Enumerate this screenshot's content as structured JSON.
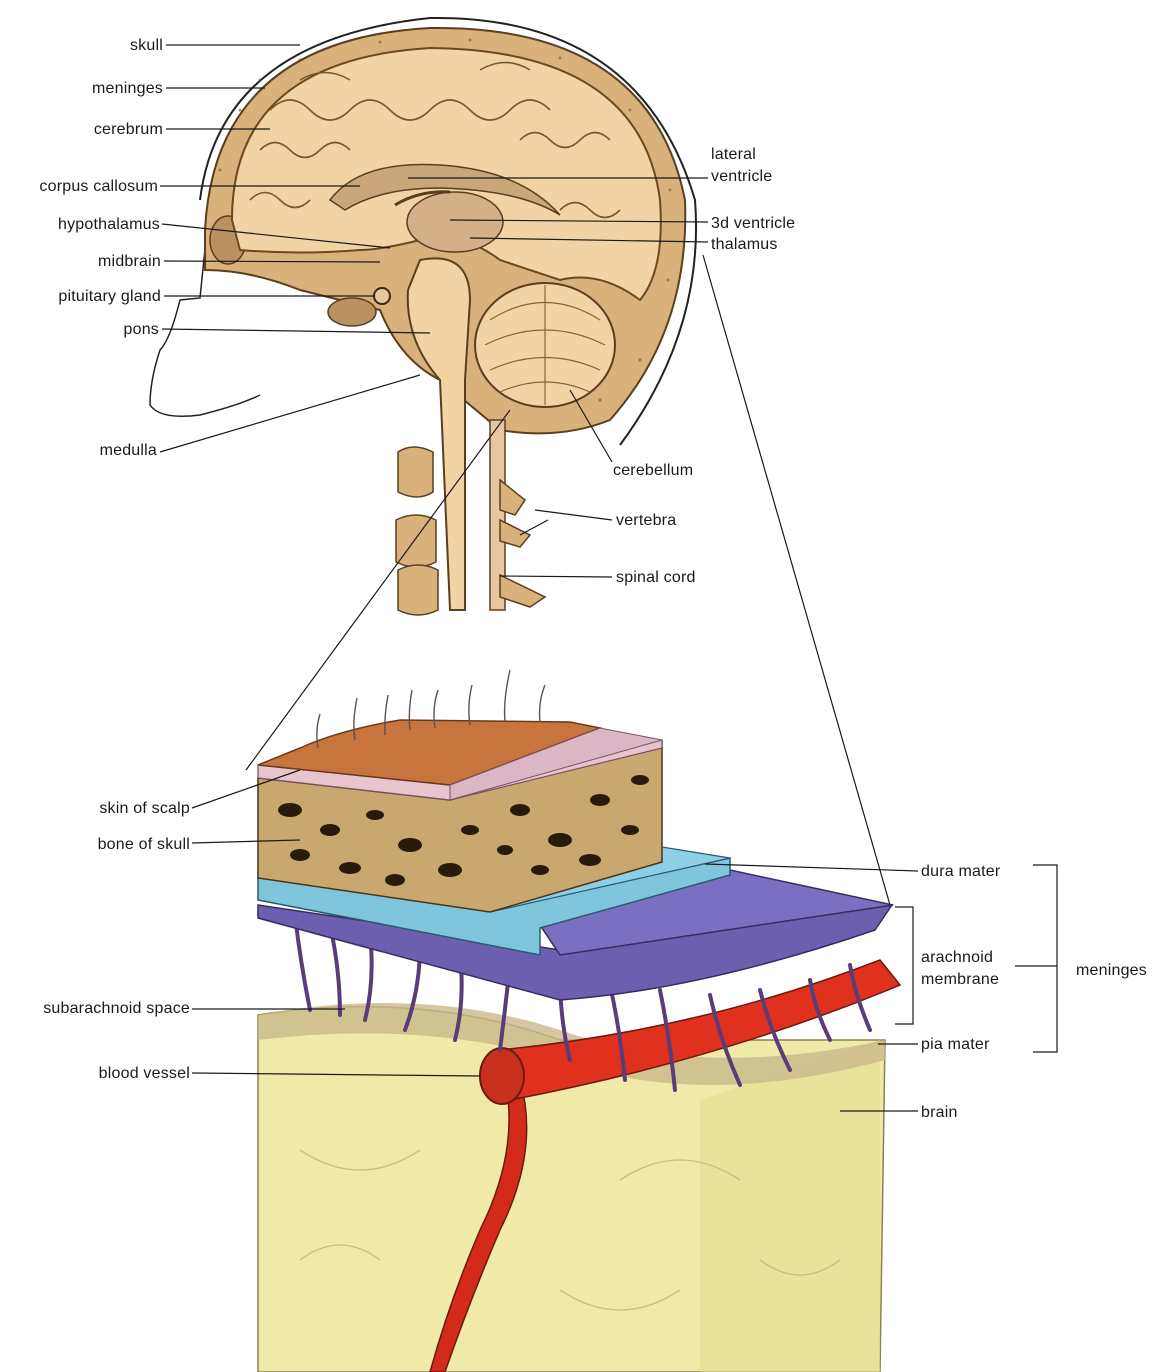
{
  "head_labels": {
    "skull": "skull",
    "meninges": "meninges",
    "cerebrum": "cerebrum",
    "corpus_callosum": "corpus callosum",
    "hypothalamus": "hypothalamus",
    "midbrain": "midbrain",
    "pituitary_gland": "pituitary gland",
    "pons": "pons",
    "medulla": "medulla",
    "lateral_ventricle_line1": "lateral",
    "lateral_ventricle_line2": "ventricle",
    "third_ventricle": "3d ventricle",
    "thalamus": "thalamus",
    "cerebellum": "cerebellum",
    "vertebra": "vertebra",
    "spinal_cord": "spinal cord"
  },
  "section_labels": {
    "skin_of_scalp": "skin of scalp",
    "bone_of_skull": "bone of skull",
    "subarachnoid_space": "subarachnoid space",
    "blood_vessel": "blood vessel",
    "dura_mater": "dura mater",
    "arachnoid_line1": "arachnoid",
    "arachnoid_line2": "membrane",
    "pia_mater": "pia mater",
    "brain": "brain",
    "meninges_bracket": "meninges"
  },
  "colors": {
    "brain_tissue": "#f2d3a4",
    "skull_bone": "#d9b17a",
    "scalp": "#c8743f",
    "scalp_pink": "#e8c4cf",
    "dura": "#7fc5dc",
    "arachnoid": "#7b6fc2",
    "arachnoid_strands": "#5a3c78",
    "blood_vessel": "#e0301e",
    "brain_block": "#efeaa8"
  }
}
